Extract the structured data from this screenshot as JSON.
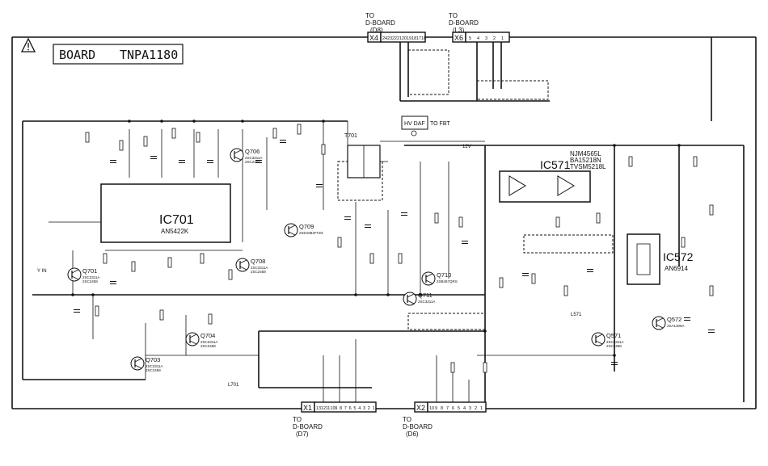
{
  "board": {
    "title": "BOARD",
    "model": "TNPA1180"
  },
  "connectors": {
    "top_left": {
      "id": "X4",
      "to": "TO",
      "board": "D-BOARD",
      "sub": "(D8)"
    },
    "top_right": {
      "id": "X6",
      "to": "TO",
      "board": "D-BOARD",
      "sub": "(L3)"
    },
    "bottom_left": {
      "id": "X1",
      "to": "TO",
      "board": "D-BOARD",
      "sub": "(D7)"
    },
    "bottom_right": {
      "id": "X2",
      "to": "TO",
      "board": "D-BOARD",
      "sub": "(D6)"
    }
  },
  "ics": {
    "ic701": {
      "ref": "IC701",
      "part": "AN5422K"
    },
    "ic571": {
      "ref": "IC571",
      "part1": "NJM4565L",
      "part2": "BA15218N",
      "part3": "TVSM5218L"
    },
    "ic572": {
      "ref": "IC572",
      "part": "AN6914"
    }
  },
  "transistors": [
    {
      "ref": "Q701",
      "part": "2SC3311A",
      "part2": "2SC2458"
    },
    {
      "ref": "Q703",
      "part": "2SC3311A",
      "part2": "2SC2458"
    },
    {
      "ref": "Q704",
      "part": "2SC3311A",
      "part2": "2SC2458"
    },
    {
      "ref": "Q706",
      "part": "2SC3311A",
      "part2": "2SC2458"
    },
    {
      "ref": "Q708",
      "part": "2SC3311A",
      "part2": "2SC2458"
    },
    {
      "ref": "Q709",
      "part": "2SD1994FTZZ"
    },
    {
      "ref": "Q710",
      "part": "2SB457QRS"
    },
    {
      "ref": "Q711",
      "part": "2SC3311A"
    },
    {
      "ref": "Q571",
      "part": "2SC3311A",
      "part2": "2SC2458"
    },
    {
      "ref": "Q572",
      "part": "2SA1309A"
    }
  ],
  "labels": {
    "hv_daf": "HV DAF",
    "to_fbt": "TO FBT",
    "t701": "T701",
    "v12": "12V",
    "yin": "Y IN",
    "l701": "L701",
    "l571": "L571"
  },
  "pins_top_left": [
    "24",
    "23",
    "22",
    "21",
    "20",
    "19",
    "18",
    "17",
    "16"
  ],
  "pins_top_right": [
    "5",
    "4",
    "3",
    "2",
    "1"
  ],
  "pins_bottom_left": [
    "13",
    "12",
    "11",
    "10",
    "9",
    "8",
    "7",
    "6",
    "5",
    "4",
    "3",
    "2",
    "1"
  ],
  "pins_bottom_right": [
    "10",
    "9",
    "8",
    "7",
    "6",
    "5",
    "4",
    "3",
    "2",
    "1"
  ]
}
